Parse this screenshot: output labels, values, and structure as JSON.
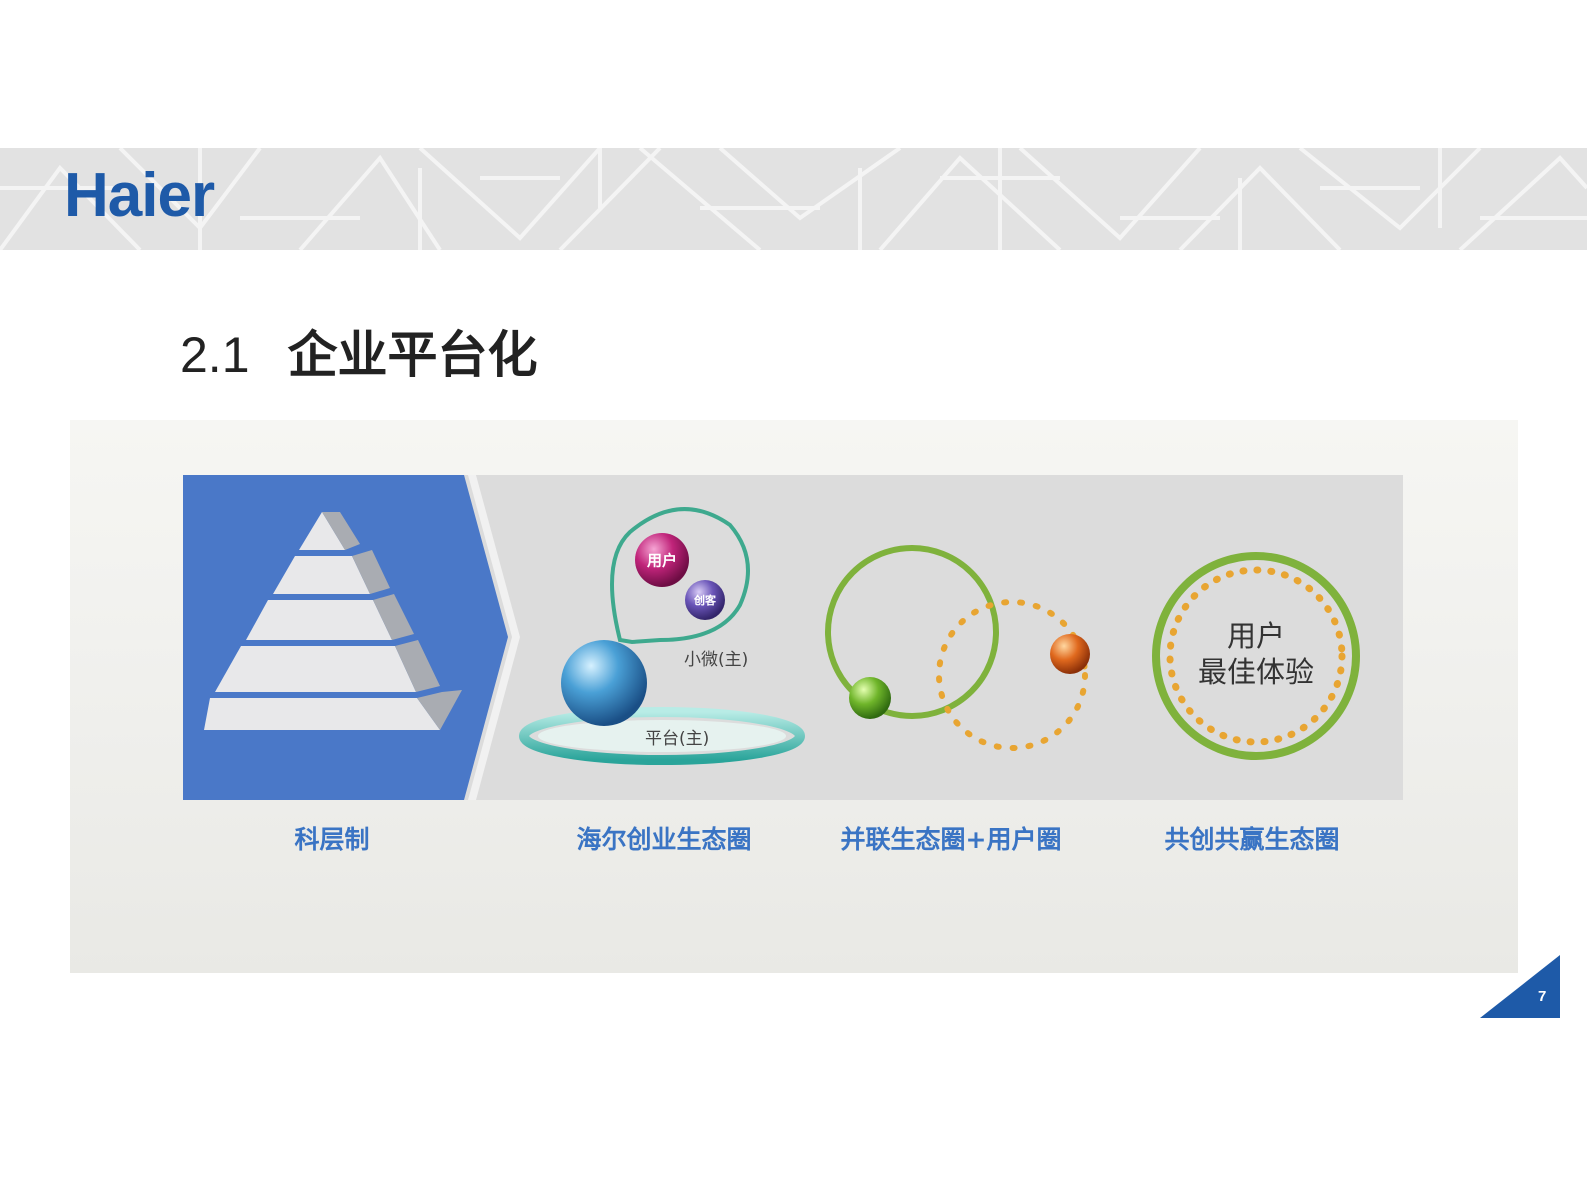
{
  "brand": {
    "logo_text": "Haier",
    "color": "#1e5aa8"
  },
  "slide": {
    "section_number": "2.1",
    "title": "企业平台化",
    "page_number": "7"
  },
  "stages": [
    {
      "caption": "科层制"
    },
    {
      "caption": "海尔创业生态圈",
      "bubble_user": "用户",
      "bubble_small": "创客",
      "label_micro": "小微(主)",
      "label_platform": "平台(主)"
    },
    {
      "caption": "并联生态圈+用户圈"
    },
    {
      "caption": "共创共赢生态圈",
      "center_line1": "用户",
      "center_line2": "最佳体验"
    }
  ],
  "colors": {
    "accent_blue": "#4a78c8",
    "caption_blue": "#3a74c4",
    "ring_green": "#7fb23c",
    "dot_orange": "#e8a532"
  }
}
